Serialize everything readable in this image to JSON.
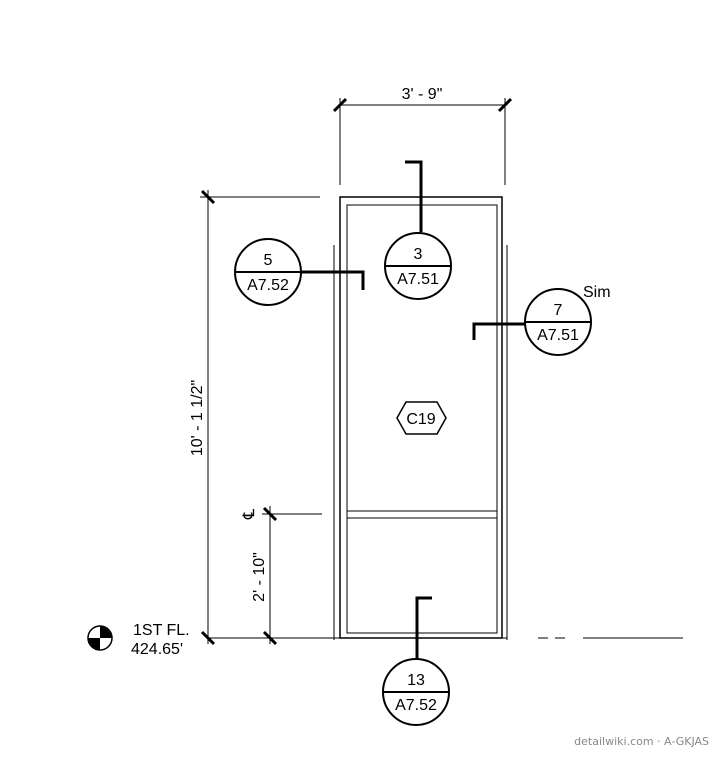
{
  "dimensions": {
    "width_label": "3' - 9\"",
    "height_label": "10' - 1 1/2\"",
    "sill_label": "2' - 10\"",
    "cl_mark": "℄"
  },
  "callouts": {
    "c3": {
      "number": "3",
      "sheet": "A7.51"
    },
    "c5": {
      "number": "5",
      "sheet": "A7.52"
    },
    "c7": {
      "number": "7",
      "sheet": "A7.51",
      "note": "Sim"
    },
    "c13": {
      "number": "13",
      "sheet": "A7.52"
    }
  },
  "tag": {
    "label": "C19"
  },
  "level": {
    "name": "1ST FL.",
    "elevation": "424.65'"
  },
  "watermark": "detailwiki.com · A-GKJAS"
}
